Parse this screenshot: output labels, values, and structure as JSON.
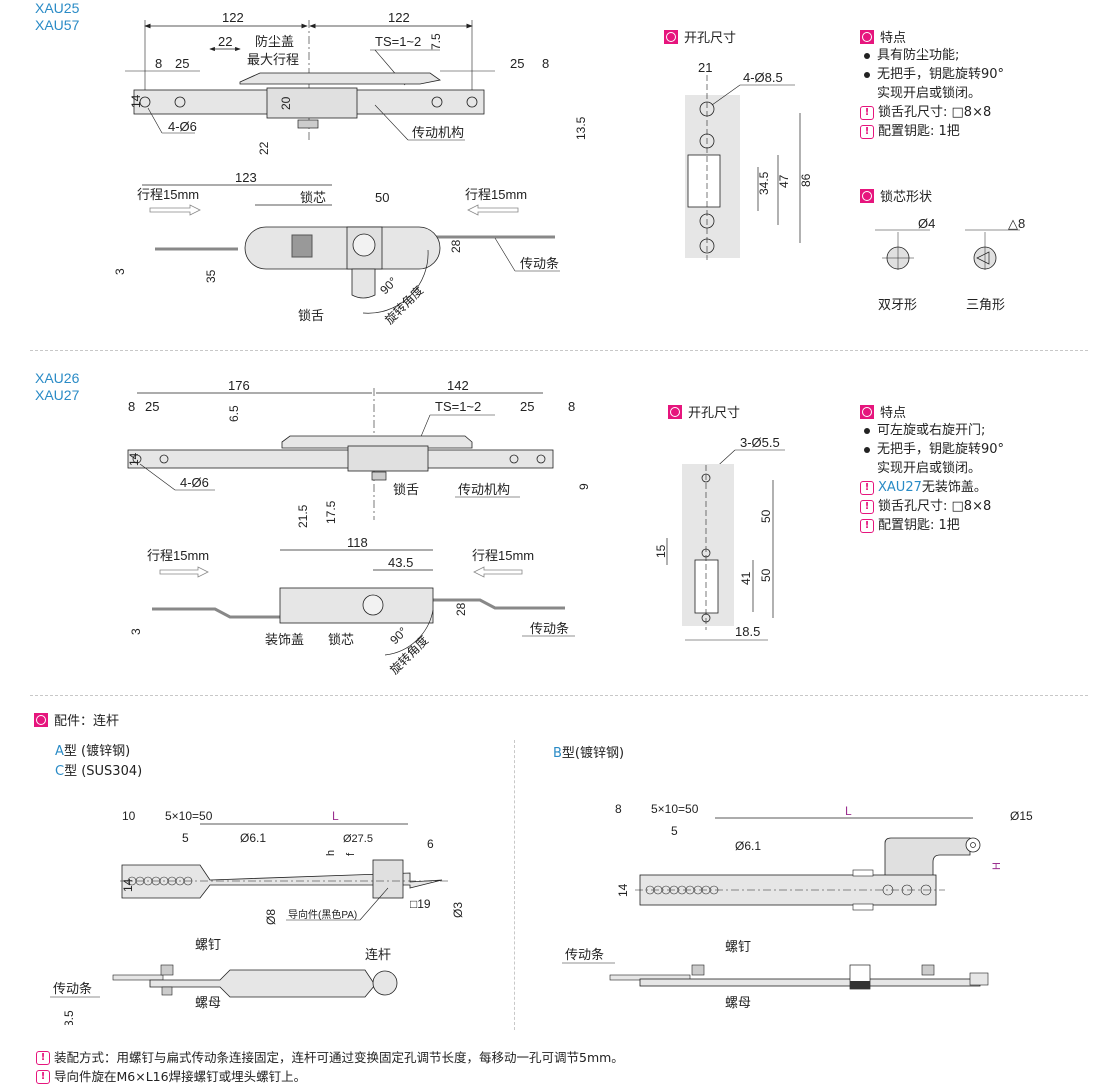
{
  "section1": {
    "models": [
      "XAU25",
      "XAU57"
    ],
    "front_view": {
      "dims": {
        "left_half": "122",
        "right_half": "122",
        "d22": "22",
        "d8_left": "8",
        "d25_left": "25",
        "d25_right": "25",
        "d8_right": "8",
        "d14": "14",
        "d20": "20",
        "d7_5": "7.5",
        "d13_5": "13.5",
        "d22_v": "22",
        "ts": "TS=1~2"
      },
      "labels": {
        "dust_cover": "防尘盖",
        "max_travel": "最大行程",
        "holes": "4-Ø6",
        "mechanism": "传动机构"
      }
    },
    "top_view": {
      "dims": {
        "d123": "123",
        "d50": "50",
        "d28": "28",
        "d35": "35",
        "d3": "3"
      },
      "labels": {
        "travel_left": "行程15mm",
        "travel_right": "行程15mm",
        "lock_core": "锁芯",
        "tongue": "锁舌",
        "strip": "传动条",
        "angle": "90°",
        "rotation": "旋转角度"
      }
    },
    "cutout": {
      "title": "开孔尺寸",
      "dims": {
        "d21": "21",
        "holes": "4-Ø8.5",
        "d34_5": "34.5",
        "d47": "47",
        "d86": "86"
      }
    },
    "features": {
      "title": "特点",
      "bullets": [
        "具有防尘功能;",
        "无把手，钥匙旋转90°"
      ],
      "bullet2_cont": "实现开启或锁闭。",
      "notes": [
        "锁舌孔尺寸: □8×8",
        "配置钥匙:  1把"
      ]
    },
    "core_shape": {
      "title": "锁芯形状",
      "shapes": [
        {
          "dim": "Ø4",
          "name": "双牙形"
        },
        {
          "dim": "△8",
          "name": "三角形"
        }
      ]
    }
  },
  "section2": {
    "models": [
      "XAU26",
      "XAU27"
    ],
    "front_view": {
      "dims": {
        "left_half": "176",
        "right_half": "142",
        "d8_left": "8",
        "d25_left": "25",
        "d25_right": "25",
        "d8_right": "8",
        "d6_5": "6.5",
        "d14": "14",
        "d21_5": "21.5",
        "d17_5": "17.5",
        "d9": "9",
        "ts": "TS=1~2"
      },
      "labels": {
        "holes": "4-Ø6",
        "tongue": "锁舌",
        "mechanism": "传动机构"
      }
    },
    "top_view": {
      "dims": {
        "d118": "118",
        "d43_5": "43.5",
        "d28": "28",
        "d3": "3"
      },
      "labels": {
        "travel_left": "行程15mm",
        "travel_right": "行程15mm",
        "cover": "装饰盖",
        "lock_core": "锁芯",
        "strip": "传动条",
        "angle": "90°",
        "rotation": "旋转角度"
      }
    },
    "cutout": {
      "title": "开孔尺寸",
      "dims": {
        "holes": "3-Ø5.5",
        "d50_top": "50",
        "d50_bottom": "50",
        "d15": "15",
        "d41": "41",
        "d18_5": "18.5"
      }
    },
    "features": {
      "title": "特点",
      "bullets": [
        "可左旋或右旋开门;",
        "无把手，钥匙旋转90°"
      ],
      "bullet2_cont": "实现开启或锁闭。",
      "notes_model": "XAU27",
      "notes_model_text": "无装饰盖。",
      "notes": [
        "锁舌孔尺寸: □8×8",
        "配置钥匙:  1把"
      ]
    }
  },
  "section3": {
    "title": "配件：连杆",
    "typeA": {
      "letter": "A",
      "text": "型 (镀锌钢)"
    },
    "typeC": {
      "letter": "C",
      "text": "型 (SUS304)"
    },
    "typeB": {
      "letter": "B",
      "text": "型(镀锌钢)"
    },
    "ac_drawing": {
      "dims": {
        "d10": "10",
        "pitch": "5×10=50",
        "L": "L",
        "d5": "5",
        "d6_1": "Ø6.1",
        "d27_5": "Ø27.5",
        "h": "h",
        "f": "f",
        "d6": "6",
        "d14": "14",
        "d8": "Ø8",
        "d19": "□19",
        "d3": "Ø3"
      },
      "labels": {
        "guide": "导向件(黑色PA)"
      }
    },
    "b_drawing": {
      "dims": {
        "d8": "8",
        "pitch": "5×10=50",
        "L": "L",
        "d5": "5",
        "d6_1": "Ø6.1",
        "d15": "Ø15",
        "H": "H",
        "d14": "14"
      }
    },
    "ac_assembly": {
      "screw": "螺钉",
      "rod": "连杆",
      "strip": "传动条",
      "nut": "螺母",
      "d3_5": "3.5"
    },
    "b_assembly": {
      "strip": "传动条",
      "screw": "螺钉",
      "nut": "螺母"
    },
    "notes": [
      "装配方式：用螺钉与扁式传动条连接固定，连杆可通过变换固定孔调节长度，每移动一孔可调节5mm。",
      "导向件旋在M6×L16焊接螺钉或埋头螺钉上。"
    ]
  },
  "colors": {
    "accent": "#e6157d",
    "model_blue": "#2a8bc6",
    "dim_purple": "#9b2f8f",
    "part_fill": "#e6e6e6"
  }
}
